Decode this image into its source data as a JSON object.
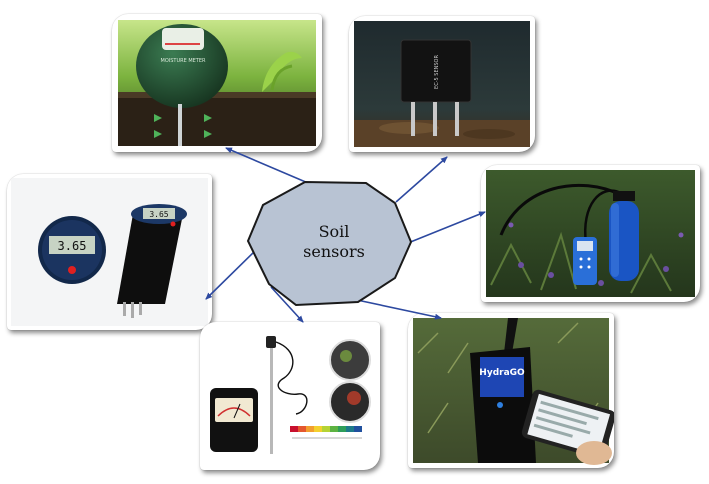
{
  "center": {
    "line1": "Soil",
    "line2": "sensors"
  },
  "photos": {
    "analog_meter": {
      "dial_text": "MOISTURE METER"
    },
    "probe_sensor": {
      "body_text": "EC-5 SENSOR"
    },
    "digital_pen": {
      "display_value": "3.65"
    },
    "hydrogo": {
      "brand": "HydraGO"
    }
  },
  "colors": {
    "arrow": "#2d49a0",
    "node_fill": "#b8c3d3",
    "node_stroke": "#1a1a1a"
  },
  "icons": {
    "arrow_head": "arrow-head-icon"
  }
}
